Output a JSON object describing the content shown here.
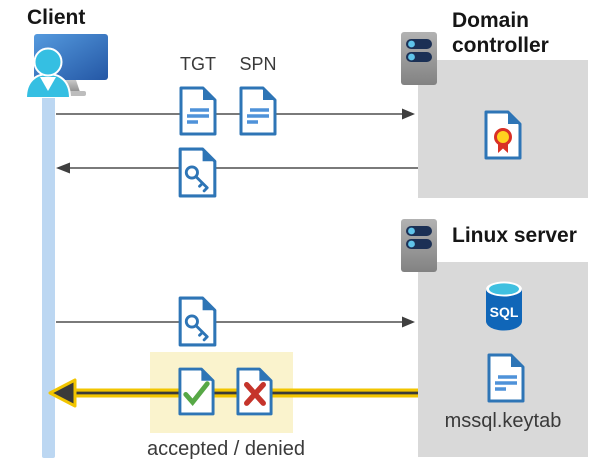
{
  "client": {
    "label": "Client"
  },
  "domain_controller": {
    "label": "Domain controller"
  },
  "linux_server": {
    "label": "Linux server"
  },
  "labels": {
    "tgt": "TGT",
    "spn": "SPN",
    "result": "accepted / denied",
    "keytab": "mssql.keytab",
    "sql": "SQL"
  },
  "icons": {
    "client": "monitor-user-icon",
    "server": "server-tower-icon",
    "ticket": "document-icon",
    "key": "key-file-icon",
    "certificate": "certificate-icon",
    "database": "sql-database-icon",
    "accepted": "check-file-icon",
    "denied": "cross-file-icon"
  },
  "colors": {
    "doc_blue": "#2e75b6",
    "doc_line_blue": "#4f92d9",
    "person_cyan": "#35bfe2",
    "lifeline_blue": "#bcd7f2",
    "box_gray": "#d9d9d9",
    "highlight_yellow": "#faf3cd",
    "arrow_yellow": "#f2c500",
    "arrow_gray": "#4f4f4f",
    "check_green": "#57a846",
    "cross_red": "#c5342b",
    "cert_gold": "#ffd21f",
    "cert_red": "#d93025",
    "sql_blue": "#1066b8",
    "sql_cyan": "#3fc0e0"
  }
}
